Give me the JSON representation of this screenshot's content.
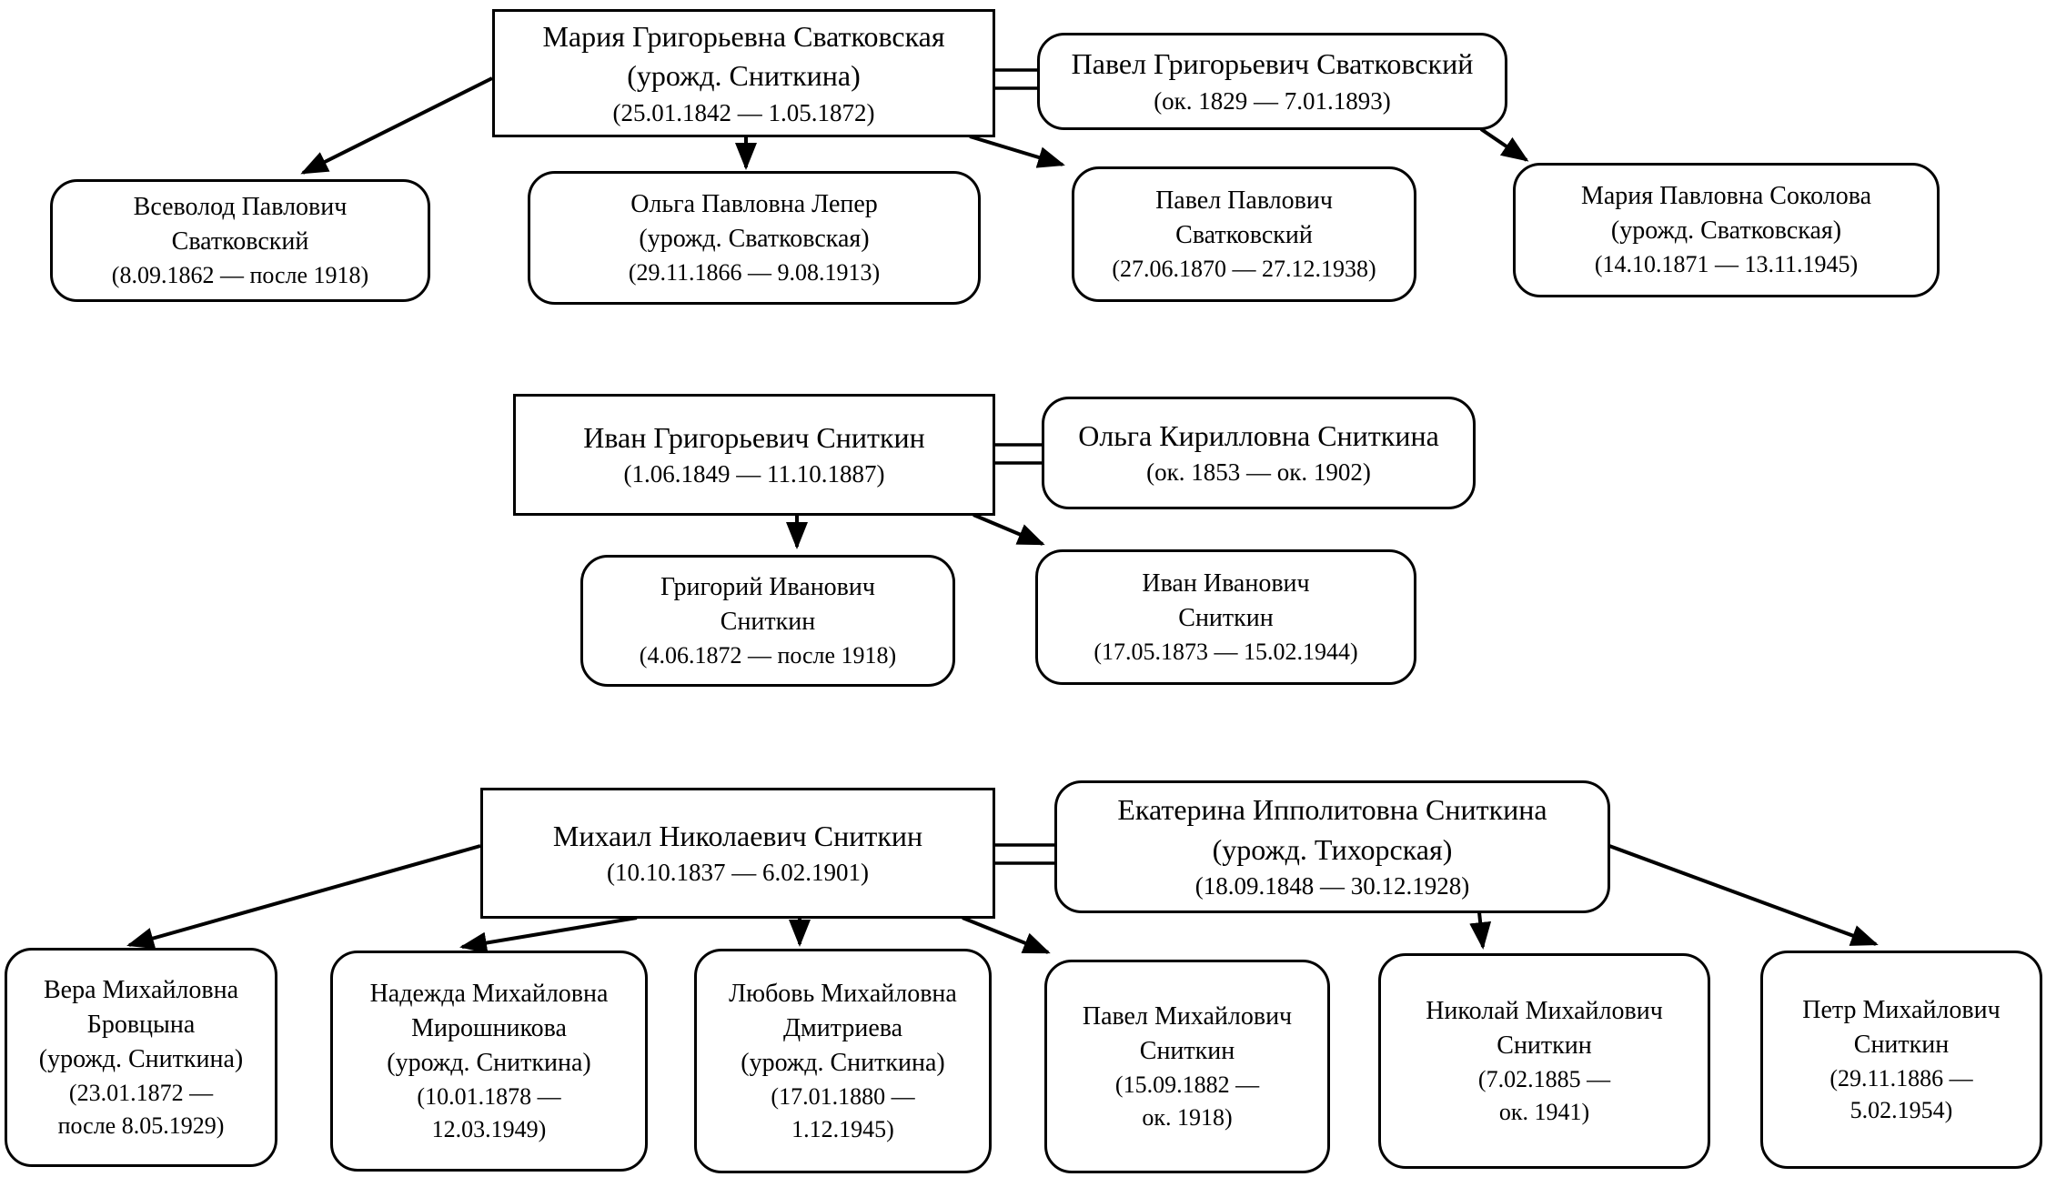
{
  "colors": {
    "background": "#ffffff",
    "line": "#000000",
    "text": "#000000"
  },
  "families": [
    {
      "parent1": {
        "name": [
          "Мария Григорьевна Сватковская",
          "(урожд. Сниткина)"
        ],
        "dates": [
          "(25.01.1842 — 1.05.1872)"
        ]
      },
      "parent2": {
        "name": [
          "Павел Григорьевич Сватковский"
        ],
        "dates": [
          "(ок. 1829 — 7.01.1893)"
        ]
      },
      "children": [
        {
          "name": [
            "Всеволод Павлович",
            "Сватковский"
          ],
          "dates": [
            "(8.09.1862 — после 1918)"
          ]
        },
        {
          "name": [
            "Ольга Павловна Лепер",
            "(урожд. Сватковская)"
          ],
          "dates": [
            "(29.11.1866 — 9.08.1913)"
          ]
        },
        {
          "name": [
            "Павел Павлович",
            "Сватковский"
          ],
          "dates": [
            "(27.06.1870 — 27.12.1938)"
          ]
        },
        {
          "name": [
            "Мария Павловна Соколова",
            "(урожд. Сватковская)"
          ],
          "dates": [
            "(14.10.1871 — 13.11.1945)"
          ]
        }
      ]
    },
    {
      "parent1": {
        "name": [
          "Иван Григорьевич Сниткин"
        ],
        "dates": [
          "(1.06.1849 — 11.10.1887)"
        ]
      },
      "parent2": {
        "name": [
          "Ольга Кирилловна Сниткина"
        ],
        "dates": [
          "(ок. 1853 — ок. 1902)"
        ]
      },
      "children": [
        {
          "name": [
            "Григорий Иванович",
            "Сниткин"
          ],
          "dates": [
            "(4.06.1872 — после 1918)"
          ]
        },
        {
          "name": [
            "Иван Иванович",
            "Сниткин"
          ],
          "dates": [
            "(17.05.1873 — 15.02.1944)"
          ]
        }
      ]
    },
    {
      "parent1": {
        "name": [
          "Михаил Николаевич Сниткин"
        ],
        "dates": [
          "(10.10.1837 — 6.02.1901)"
        ]
      },
      "parent2": {
        "name": [
          "Екатерина Ипполитовна Сниткина",
          "(урожд. Тихорская)"
        ],
        "dates": [
          "(18.09.1848 — 30.12.1928)"
        ]
      },
      "children": [
        {
          "name": [
            "Вера Михайловна",
            "Бровцына",
            "(урожд. Сниткина)"
          ],
          "dates": [
            "(23.01.1872 —",
            "после 8.05.1929)"
          ]
        },
        {
          "name": [
            "Надежда Михайловна",
            "Мирошникова",
            "(урожд. Сниткина)"
          ],
          "dates": [
            "(10.01.1878 —",
            "12.03.1949)"
          ]
        },
        {
          "name": [
            "Любовь Михайловна",
            "Дмитриева",
            "(урожд. Сниткина)"
          ],
          "dates": [
            "(17.01.1880 —",
            "1.12.1945)"
          ]
        },
        {
          "name": [
            "Павел Михайлович",
            "Сниткин"
          ],
          "dates": [
            "(15.09.1882 —",
            "ок. 1918)"
          ]
        },
        {
          "name": [
            "Николай Михайлович",
            "Сниткин"
          ],
          "dates": [
            "(7.02.1885 —",
            "ок. 1941)"
          ]
        },
        {
          "name": [
            "Петр Михайлович",
            "Сниткин"
          ],
          "dates": [
            "(29.11.1886 —",
            "5.02.1954)"
          ]
        }
      ]
    }
  ]
}
